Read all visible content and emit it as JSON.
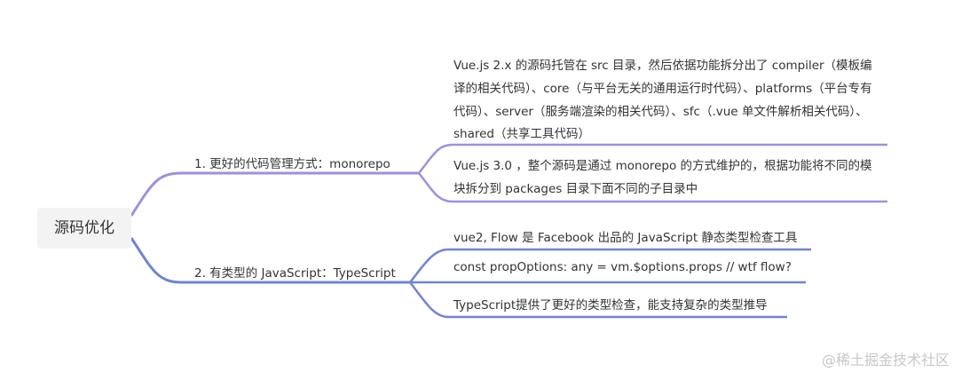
{
  "root": {
    "label": "源码优化"
  },
  "branches": [
    {
      "label": "1. 更好的代码管理方式：monorepo",
      "children": [
        "Vue.js 2.x 的源码托管在 src 目录，然后依据功能拆分出了 compiler（模板编译的相关代码）、core（与平台无关的通用运行时代码）、platforms（平台专有代码）、server（服务端渲染的相关代码）、sfc（.vue 单文件解析相关代码）、shared（共享工具代码）",
        "Vue.js 3.0 ，整个源码是通过 monorepo 的方式维护的，根据功能将不同的模块拆分到 packages 目录下面不同的子目录中"
      ]
    },
    {
      "label": "2. 有类型的 JavaScript：TypeScript",
      "children": [
        "vue2, Flow 是 Facebook 出品的 JavaScript 静态类型检查工具",
        "const propOptions: any = vm.$options.props // wtf flow?",
        "TypeScript提供了更好的类型检查，能支持复杂的类型推导"
      ]
    }
  ],
  "colors": {
    "branch1": "#a18fdc",
    "branch2": "#6f84d2"
  },
  "watermark": "@稀土掘金技术社区"
}
